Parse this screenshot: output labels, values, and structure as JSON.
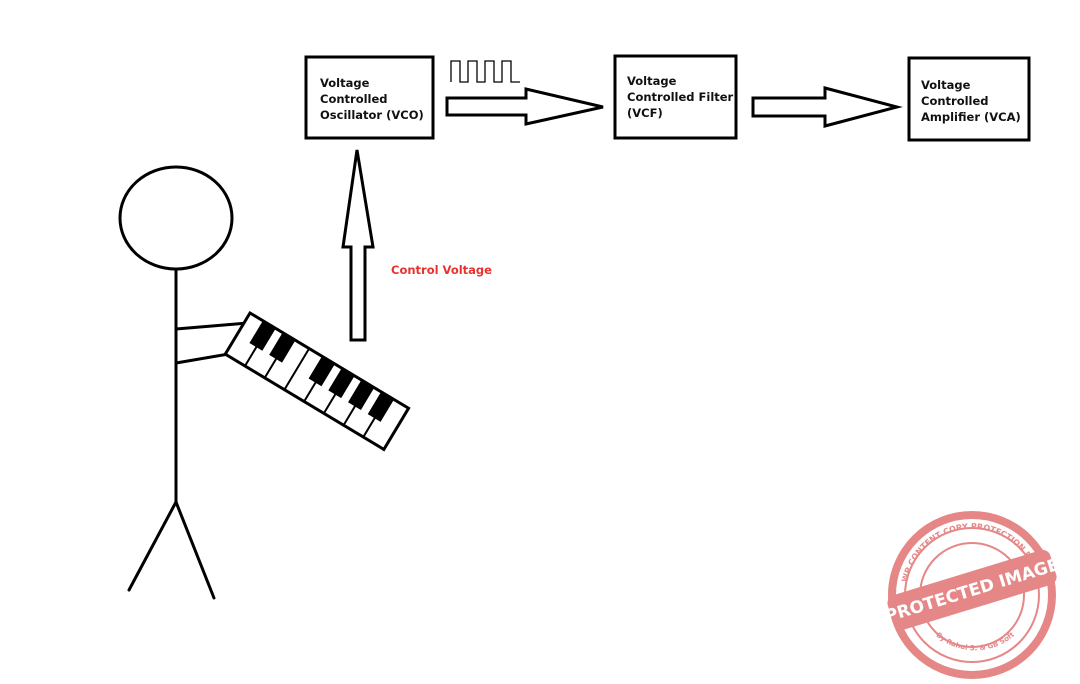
{
  "blocks": {
    "vco": {
      "line1": "Voltage",
      "line2": "Controlled",
      "line3": "Oscillator (VCO)"
    },
    "vcf": {
      "line1": "Voltage",
      "line2": "Controlled Filter",
      "line3": "(VCF)"
    },
    "vca": {
      "line1": "Voltage",
      "line2": "Controlled",
      "line3": "Amplifier (VCA)"
    }
  },
  "control_voltage": {
    "label": "Control Voltage",
    "color": "#e8322e"
  },
  "watermark": {
    "text": "PROTECTED IMAGE",
    "ring_text": "WP CONTENT COPY PROTECTION PLUGIN",
    "bottom_text": "By Rahul S. & GB Soft",
    "color": "#e06a6a"
  },
  "colors": {
    "stroke": "#000000",
    "background": "#ffffff"
  }
}
